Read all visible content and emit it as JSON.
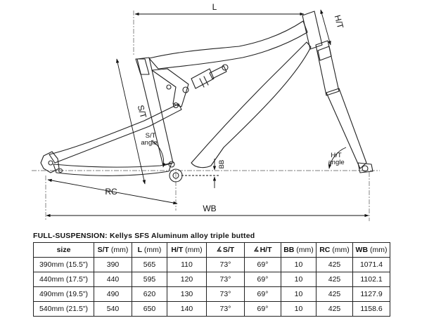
{
  "labels": {
    "L": "L",
    "HT": "H/T",
    "ST": "S/T",
    "ST_angle_1": "S/T",
    "ST_angle_2": "angle",
    "HT_angle_1": "H/T",
    "HT_angle_2": "angle",
    "BB": "BB",
    "RC": "RC",
    "WB": "WB"
  },
  "spec": {
    "heading": "FULL-SUSPENSION: Kellys SFS Aluminum alloy triple butted",
    "columns": [
      {
        "name": "size",
        "unit": "",
        "icon": ""
      },
      {
        "name": "S/T",
        "unit": " (mm)",
        "icon": ""
      },
      {
        "name": "L",
        "unit": " (mm)",
        "icon": ""
      },
      {
        "name": "H/T",
        "unit": " (mm)",
        "icon": ""
      },
      {
        "name": "S/T",
        "unit": "",
        "icon": "angle-icon"
      },
      {
        "name": "H/T",
        "unit": "",
        "icon": "angle-icon"
      },
      {
        "name": "BB",
        "unit": " (mm)",
        "icon": ""
      },
      {
        "name": "RC",
        "unit": " (mm)",
        "icon": ""
      },
      {
        "name": "WB",
        "unit": " (mm)",
        "icon": ""
      }
    ],
    "rows": [
      [
        "390mm (15.5\")",
        "390",
        "565",
        "110",
        "73°",
        "69°",
        "10",
        "425",
        "1071.4"
      ],
      [
        "440mm (17.5\")",
        "440",
        "595",
        "120",
        "73°",
        "69°",
        "10",
        "425",
        "1102.1"
      ],
      [
        "490mm (19.5\")",
        "490",
        "620",
        "130",
        "73°",
        "69°",
        "10",
        "425",
        "1127.9"
      ],
      [
        "540mm (21.5\")",
        "540",
        "650",
        "140",
        "73°",
        "69°",
        "10",
        "425",
        "1158.6"
      ]
    ]
  }
}
